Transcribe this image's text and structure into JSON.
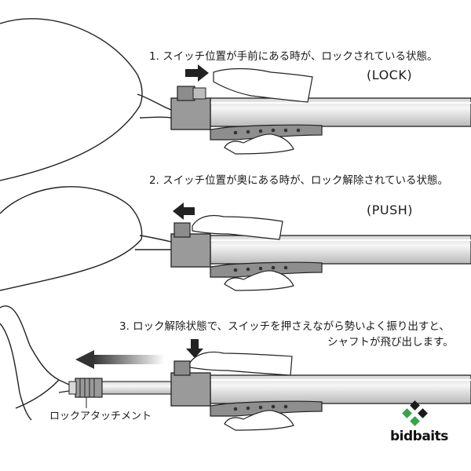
{
  "steps": [
    {
      "text": "1. スイッチ位置が手前にある時が、ロックされている状態。",
      "mode": "(LOCK)"
    },
    {
      "text": "2. スイッチ位置が奥にある時が、ロック解除されている状態。",
      "mode": "(PUSH)"
    },
    {
      "text_line1": "3. ロック解除状態で、スイッチを押さえながら勢いよく振り出すと、",
      "text_line2": "シャフトが飛び出します。"
    }
  ],
  "part_label": "ロックアタッチメント",
  "brand": {
    "name": "bidbaits",
    "colors": {
      "green": "#3aa24a",
      "dark": "#1a1a1a"
    }
  },
  "colors": {
    "shaft_light": "#eeeeee",
    "shaft_mid": "#c4c4c4",
    "block": "#9a9a9a",
    "handle": "#8e8e8e",
    "line": "#222222"
  }
}
